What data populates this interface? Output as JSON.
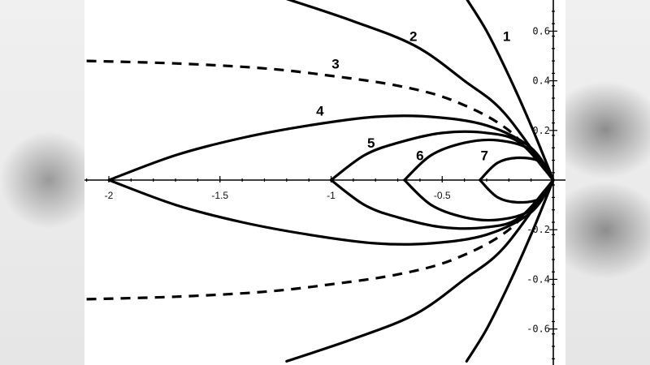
{
  "chart_data": {
    "type": "line",
    "title": "",
    "xlabel": "",
    "ylabel": "",
    "xlim": [
      -2.1,
      0.05
    ],
    "ylim": [
      -0.73,
      0.73
    ],
    "grid": false,
    "x_ticks": [
      -2,
      -1.5,
      -1,
      -0.5
    ],
    "x_tick_labels": [
      "-2",
      "-1.5",
      "-1",
      "-0.5"
    ],
    "y_ticks": [
      0.6,
      0.4,
      0.2,
      -0.2,
      -0.4,
      -0.6
    ],
    "y_tick_labels": [
      "0.6",
      "0.4",
      "0.2",
      "-0.2",
      "-0.4",
      "-0.6"
    ],
    "legend": "none (curves labeled inline 1-7)",
    "symmetry": "curves are symmetric about y=0; upper and lower branches mirror each other",
    "series": [
      {
        "name": "1",
        "style": "solid",
        "label_pos": [
          -0.21,
          0.56
        ],
        "x": [
          -0.39,
          -0.3,
          -0.2,
          -0.1,
          0.0
        ],
        "y": [
          0.73,
          0.6,
          0.42,
          0.22,
          0.0
        ]
      },
      {
        "name": "2",
        "style": "solid",
        "label_pos": [
          -0.63,
          0.56
        ],
        "x": [
          -1.2,
          -0.9,
          -0.62,
          -0.4,
          -0.22,
          0.0
        ],
        "y": [
          0.73,
          0.64,
          0.54,
          0.4,
          0.27,
          0.0
        ]
      },
      {
        "name": "3",
        "style": "dashed",
        "label_pos": [
          -0.98,
          0.45
        ],
        "x": [
          -2.1,
          -1.7,
          -1.3,
          -1.0,
          -0.7,
          -0.45,
          -0.2,
          0.0
        ],
        "y": [
          0.48,
          0.47,
          0.45,
          0.42,
          0.38,
          0.32,
          0.2,
          0.0
        ]
      },
      {
        "name": "4",
        "style": "solid",
        "label_pos": [
          -1.05,
          0.26
        ],
        "x": [
          -2.0,
          -1.7,
          -1.4,
          -1.1,
          -0.8,
          -0.55,
          -0.3,
          -0.1,
          0.0
        ],
        "y": [
          0.0,
          0.1,
          0.17,
          0.22,
          0.255,
          0.255,
          0.22,
          0.13,
          0.0
        ]
      },
      {
        "name": "5",
        "style": "solid",
        "label_pos": [
          -0.82,
          0.13
        ],
        "x": [
          -1.0,
          -0.85,
          -0.7,
          -0.5,
          -0.3,
          -0.15,
          0.0
        ],
        "y": [
          0.0,
          0.1,
          0.15,
          0.19,
          0.19,
          0.15,
          0.0
        ]
      },
      {
        "name": "6",
        "style": "solid",
        "label_pos": [
          -0.6,
          0.08
        ],
        "x": [
          -0.67,
          -0.55,
          -0.4,
          -0.25,
          -0.1,
          0.0
        ],
        "y": [
          0.0,
          0.1,
          0.15,
          0.16,
          0.12,
          0.0
        ]
      },
      {
        "name": "7",
        "style": "solid",
        "label_pos": [
          -0.31,
          0.08
        ],
        "x": [
          -0.33,
          -0.25,
          -0.15,
          -0.05,
          0.0
        ],
        "y": [
          0.0,
          0.07,
          0.09,
          0.07,
          0.0
        ]
      }
    ]
  }
}
